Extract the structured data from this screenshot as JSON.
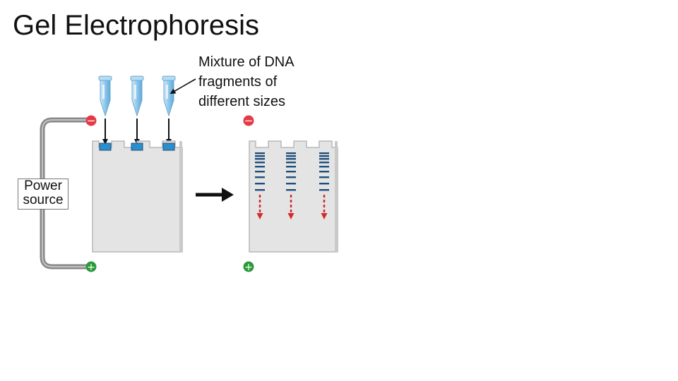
{
  "title": "Gel Electrophoresis",
  "caption": [
    "Mixture of DNA",
    "fragments of",
    "different sizes"
  ],
  "power_source": [
    "Power",
    "source"
  ],
  "electrodes": {
    "negative": "−",
    "positive": "+"
  },
  "icons": {
    "tubes": "test-tube-icon",
    "negative": "minus-icon",
    "positive": "plus-icon",
    "process": "arrow-right-icon"
  },
  "colors": {
    "wire": "#888888",
    "gel": "#e4e4e4",
    "tube": "#8ec6ea",
    "dna_band": "#1f4f7a",
    "migration_arrow": "#d42a2a",
    "negative_electrode": "#e63946",
    "positive_electrode": "#2a9a3a"
  }
}
